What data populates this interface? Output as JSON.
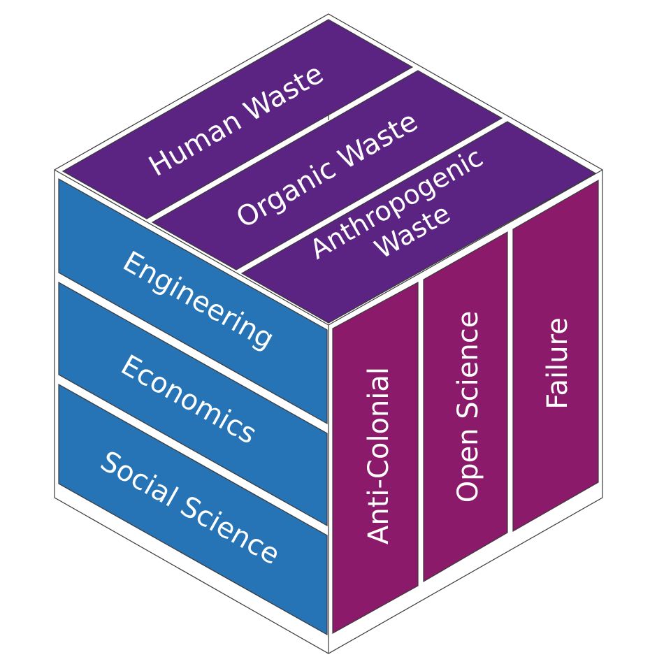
{
  "colors": {
    "top": "#5b2483",
    "left": "#2673b5",
    "right": "#8c1a6a"
  },
  "top_face": {
    "items": [
      {
        "label": "Human Waste"
      },
      {
        "label": "Organic Waste"
      },
      {
        "label_line1": "Anthropogenic",
        "label_line2": "Waste"
      }
    ]
  },
  "left_face": {
    "items": [
      {
        "label": "Engineering"
      },
      {
        "label": "Economics"
      },
      {
        "label": "Social Science"
      }
    ]
  },
  "right_face": {
    "items": [
      {
        "label": "Anti-Colonial"
      },
      {
        "label": "Open Science"
      },
      {
        "label": "Failure"
      }
    ]
  }
}
